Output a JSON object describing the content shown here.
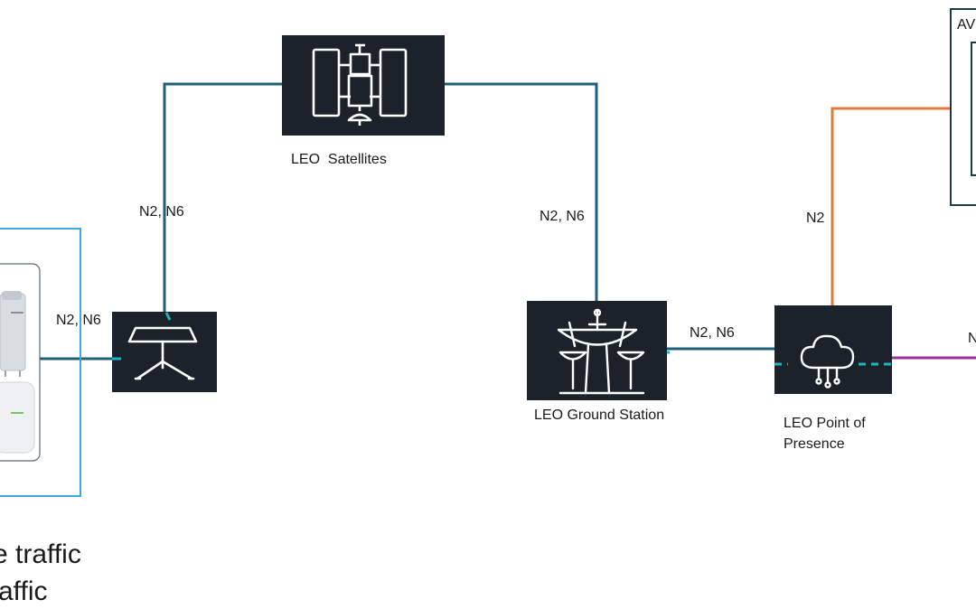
{
  "nodes": {
    "satellites": {
      "label": "LEO  Satellites",
      "icon": "satellite-icon"
    },
    "terminal": {
      "icon": "satellite-dish-terminal-icon"
    },
    "ground_station": {
      "label": "LEO Ground Station",
      "icon": "ground-station-antenna-icon"
    },
    "pop": {
      "label_line1": "LEO Point of",
      "label_line2": "Presence",
      "icon": "cloud-network-icon"
    },
    "aws_box": {
      "label": "AV"
    },
    "ue_device": {
      "icon": "router-device-icon"
    }
  },
  "links": {
    "terminal_to_satellite": "N2, N6",
    "satellite_to_ground": "N2, N6",
    "device_to_terminal": "N2, N6",
    "ground_to_pop": "N2, N6",
    "pop_to_aws": "N2",
    "pop_right_partial": "N"
  },
  "legend": {
    "line1": "e traffic",
    "line2": "affic"
  },
  "colors": {
    "node_bg": "#1b222a",
    "link_teal": "#1f5f7a",
    "dash_cyan": "#19b5c4",
    "link_orange": "#e07a3a",
    "link_magenta": "#a0309a",
    "box_blue": "#3aa8de",
    "aws_frame": "#1b3a4b"
  }
}
